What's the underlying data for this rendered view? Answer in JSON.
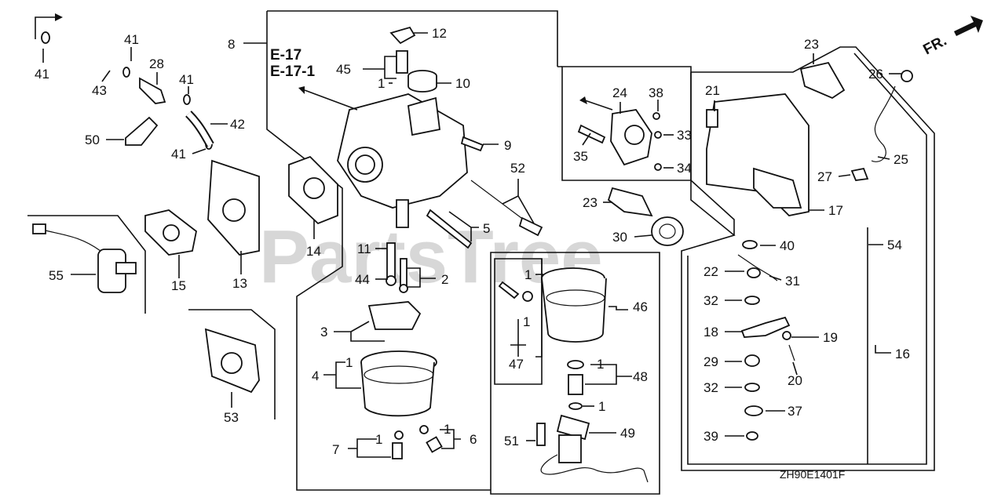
{
  "watermark": "PartsTree",
  "diagram_code": "ZH90E1401F",
  "front_marker": "FR.",
  "refs": [
    "E-17",
    "E-17-1"
  ],
  "callouts": [
    {
      "id": "c1",
      "text": "41"
    },
    {
      "id": "c2",
      "text": "43"
    },
    {
      "id": "c3",
      "text": "41"
    },
    {
      "id": "c4",
      "text": "28"
    },
    {
      "id": "c5",
      "text": "41"
    },
    {
      "id": "c6",
      "text": "42"
    },
    {
      "id": "c7",
      "text": "50"
    },
    {
      "id": "c8",
      "text": "41"
    },
    {
      "id": "c9",
      "text": "8"
    },
    {
      "id": "c10",
      "text": "12"
    },
    {
      "id": "c11",
      "text": "45"
    },
    {
      "id": "c12",
      "text": "1"
    },
    {
      "id": "c13",
      "text": "10"
    },
    {
      "id": "c14",
      "text": "9"
    },
    {
      "id": "c15",
      "text": "52"
    },
    {
      "id": "c16",
      "text": "5"
    },
    {
      "id": "c17",
      "text": "14"
    },
    {
      "id": "c18",
      "text": "13"
    },
    {
      "id": "c19",
      "text": "15"
    },
    {
      "id": "c20",
      "text": "55"
    },
    {
      "id": "c21",
      "text": "11"
    },
    {
      "id": "c22",
      "text": "44"
    },
    {
      "id": "c23",
      "text": "2"
    },
    {
      "id": "c24",
      "text": "3"
    },
    {
      "id": "c25",
      "text": "1"
    },
    {
      "id": "c26",
      "text": "4"
    },
    {
      "id": "c27",
      "text": "7"
    },
    {
      "id": "c28",
      "text": "1"
    },
    {
      "id": "c29",
      "text": "1"
    },
    {
      "id": "c30",
      "text": "6"
    },
    {
      "id": "c31",
      "text": "53"
    },
    {
      "id": "c32",
      "text": "24"
    },
    {
      "id": "c33",
      "text": "38"
    },
    {
      "id": "c34",
      "text": "33"
    },
    {
      "id": "c35",
      "text": "35"
    },
    {
      "id": "c36",
      "text": "34"
    },
    {
      "id": "c37",
      "text": "23"
    },
    {
      "id": "c38",
      "text": "30"
    },
    {
      "id": "c39",
      "text": "1"
    },
    {
      "id": "c40",
      "text": "46"
    },
    {
      "id": "c41",
      "text": "1"
    },
    {
      "id": "c42",
      "text": "47"
    },
    {
      "id": "c43",
      "text": "1"
    },
    {
      "id": "c44",
      "text": "48"
    },
    {
      "id": "c45",
      "text": "1"
    },
    {
      "id": "c46",
      "text": "51"
    },
    {
      "id": "c47",
      "text": "49"
    },
    {
      "id": "c48",
      "text": "21"
    },
    {
      "id": "c49",
      "text": "23"
    },
    {
      "id": "c50",
      "text": "26"
    },
    {
      "id": "c51",
      "text": "25"
    },
    {
      "id": "c52",
      "text": "27"
    },
    {
      "id": "c53",
      "text": "17"
    },
    {
      "id": "c54",
      "text": "40"
    },
    {
      "id": "c55",
      "text": "54"
    },
    {
      "id": "c56",
      "text": "22"
    },
    {
      "id": "c57",
      "text": "31"
    },
    {
      "id": "c58",
      "text": "32"
    },
    {
      "id": "c59",
      "text": "18"
    },
    {
      "id": "c60",
      "text": "19"
    },
    {
      "id": "c61",
      "text": "29"
    },
    {
      "id": "c62",
      "text": "16"
    },
    {
      "id": "c63",
      "text": "20"
    },
    {
      "id": "c64",
      "text": "32"
    },
    {
      "id": "c65",
      "text": "37"
    },
    {
      "id": "c66",
      "text": "39"
    }
  ]
}
